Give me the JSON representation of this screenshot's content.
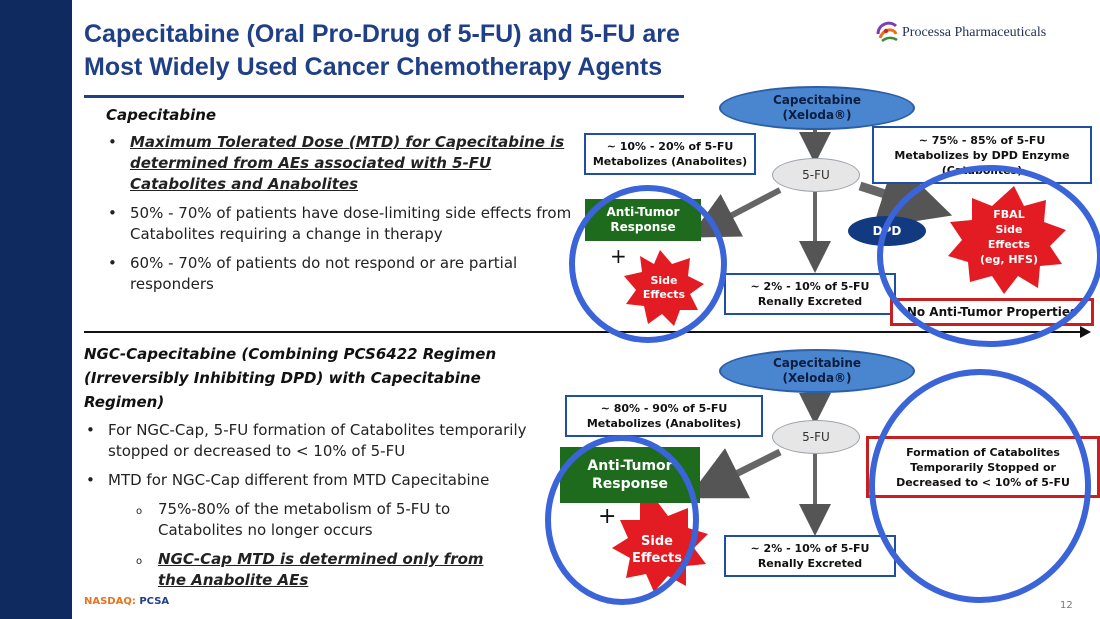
{
  "title_line1": "Capecitabine (Oral Pro-Drug of 5-FU) and 5-FU are",
  "title_line2": "Most Widely Used Cancer Chemotherapy Agents",
  "logo_text": "Processa Pharmaceuticals",
  "top_section": {
    "heading": "Capecitabine",
    "bullet1": "Maximum Tolerated Dose (MTD) for Capecitabine is determined from AEs associated with 5-FU Catabolites and Anabolites",
    "bullet2": "50% - 70% of patients have dose-limiting side effects from Catabolites requiring a change in therapy",
    "bullet3": "60% - 70% of patients do not respond or are partial responders"
  },
  "bottom_section": {
    "heading_line1": "NGC-Capecitabine (Combining PCS6422 Regimen",
    "heading_line2": "(Irreversibly Inhibiting DPD) with Capecitabine Regimen)",
    "bullet1": "For NGC-Cap, 5-FU formation of Catabolites temporarily stopped or decreased to < 10% of 5-FU",
    "bullet2": "MTD for NGC-Cap different from MTD Capecitabine",
    "sub1": "75%-80% of the metabolism of 5-FU to Catabolites no longer occurs",
    "sub2": "NGC-Cap MTD is determined only from the Anabolite AEs"
  },
  "diagram_top": {
    "cap_line1": "Capecitabine",
    "cap_line2": "(Xeloda®)",
    "anabolites_line1": "~ 10% - 20% of 5-FU",
    "anabolites_line2": "Metabolizes (Anabolites)",
    "catabolites_line1": "~ 75% - 85% of 5-FU",
    "catabolites_line2": "Metabolizes by DPD Enzyme",
    "catabolites_line3": "(Catabolites)",
    "fu": "5-FU",
    "anti_tumor_line1": "Anti-Tumor",
    "anti_tumor_line2": "Response",
    "dpd": "DPD",
    "fbal_line1": "FBAL",
    "fbal_line2": "Side",
    "fbal_line3": "Effects",
    "fbal_line4": "(eg, HFS)",
    "plus": "+",
    "side_line1": "Side",
    "side_line2": "Effects",
    "renal_line1": "~ 2% - 10% of 5-FU",
    "renal_line2": "Renally Excreted",
    "no_anti_tumor": "No Anti-Tumor Properties"
  },
  "diagram_bottom": {
    "cap_line1": "Capecitabine",
    "cap_line2": "(Xeloda®)",
    "anabolites_line1": "~ 80% - 90% of 5-FU",
    "anabolites_line2": "Metabolizes (Anabolites)",
    "fu": "5-FU",
    "formation_line1": "Formation of Catabolites",
    "formation_line2": "Temporarily Stopped or",
    "formation_line3": "Decreased to < 10% of 5-FU",
    "anti_tumor_line1": "Anti-Tumor",
    "anti_tumor_line2": "Response",
    "plus": "+",
    "side_line1": "Side",
    "side_line2": "Effects",
    "renal_line1": "~ 2% - 10% of 5-FU",
    "renal_line2": "Renally Excreted"
  },
  "footer": {
    "nasdaq": "NASDAQ:",
    "ticker": "PCSA",
    "page_number": "12"
  },
  "colors": {
    "navy": "#0f2a5f",
    "title_blue": "#1f3f87",
    "highlight_circle": "#3a64d8",
    "green": "#1e6b1e",
    "red": "#e31b23",
    "footer_orange": "#e8731c"
  },
  "icons": {
    "logo": "processa-swirl-logo"
  }
}
